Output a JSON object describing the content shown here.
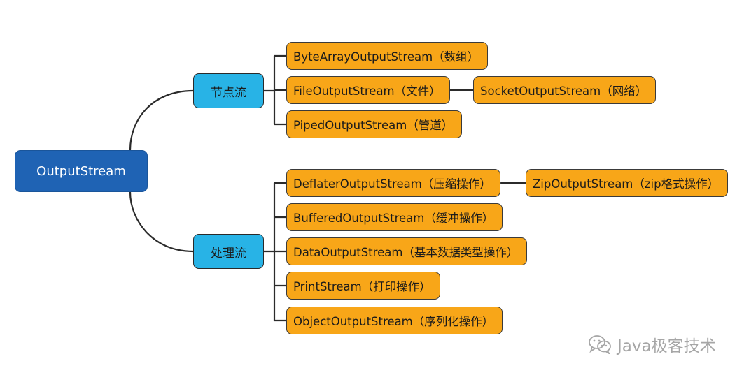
{
  "root": {
    "label": "OutputStream"
  },
  "categories": [
    {
      "label": "节点流",
      "items": [
        {
          "label": "ByteArrayOutputStream（数组）"
        },
        {
          "label": "FileOutputStream（文件）",
          "child": {
            "label": "SocketOutputStream（网络）"
          }
        },
        {
          "label": "PipedOutputStream（管道）"
        }
      ]
    },
    {
      "label": "处理流",
      "items": [
        {
          "label": "DeflaterOutputStream（压缩操作）",
          "child": {
            "label": "ZipOutputStream（zip格式操作）"
          }
        },
        {
          "label": "BufferedOutputStream（缓冲操作）"
        },
        {
          "label": "DataOutputStream（基本数据类型操作）"
        },
        {
          "label": "PrintStream（打印操作）"
        },
        {
          "label": "ObjectOutputStream（序列化操作）"
        }
      ]
    }
  ],
  "colors": {
    "root": "#1f63b4",
    "category": "#28b3e6",
    "leaf": "#f8a618",
    "connector": "#2b2b2b"
  },
  "watermark": {
    "text": "Java极客技术",
    "icon": "wechat-icon"
  }
}
